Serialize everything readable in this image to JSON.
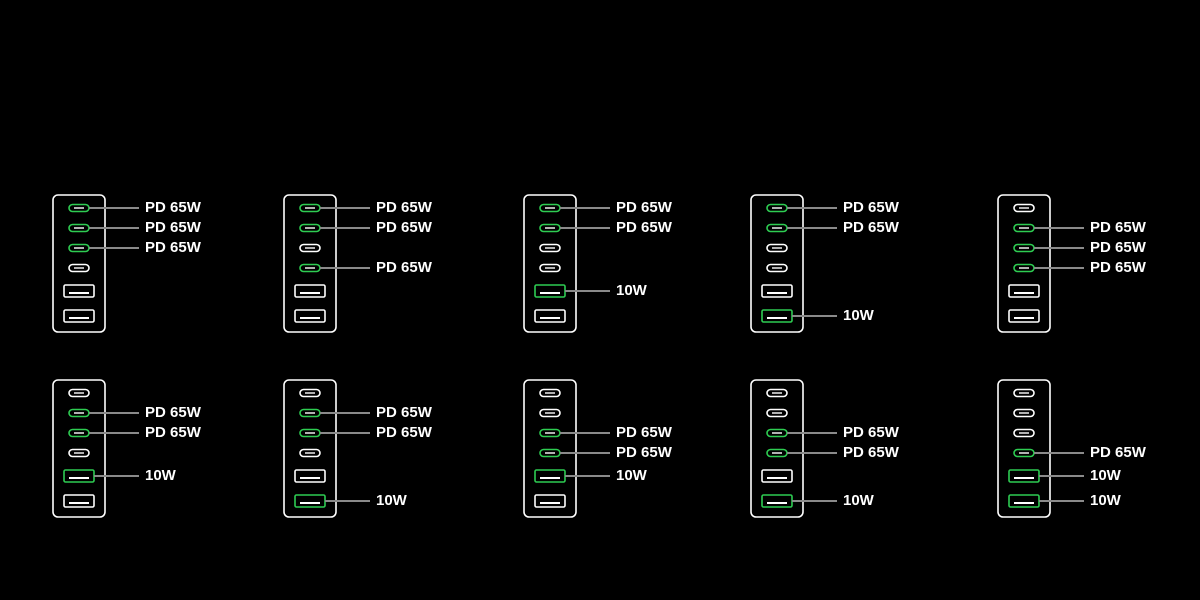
{
  "colors": {
    "background": "#000000",
    "outline": "#ffffff",
    "active": "#2ecc52",
    "leader_line": "#8a8a8a"
  },
  "port_labels": {
    "pd": "PD 65W",
    "usb_a": "10W"
  },
  "configurations": [
    {
      "ports": [
        "c",
        "c",
        "c",
        "c",
        "a",
        "a"
      ],
      "active": [
        0,
        1,
        2
      ],
      "labels": [
        "pd",
        "pd",
        "pd"
      ]
    },
    {
      "ports": [
        "c",
        "c",
        "c",
        "c",
        "a",
        "a"
      ],
      "active": [
        0,
        1,
        3
      ],
      "labels": [
        "pd",
        "pd",
        "pd"
      ]
    },
    {
      "ports": [
        "c",
        "c",
        "c",
        "c",
        "a",
        "a"
      ],
      "active": [
        0,
        1,
        4
      ],
      "labels": [
        "pd",
        "pd",
        "usb_a"
      ]
    },
    {
      "ports": [
        "c",
        "c",
        "c",
        "c",
        "a",
        "a"
      ],
      "active": [
        0,
        1,
        5
      ],
      "labels": [
        "pd",
        "pd",
        "usb_a"
      ]
    },
    {
      "ports": [
        "c",
        "c",
        "c",
        "c",
        "a",
        "a"
      ],
      "active": [
        1,
        2,
        3
      ],
      "labels": [
        "pd",
        "pd",
        "pd"
      ]
    },
    {
      "ports": [
        "c",
        "c",
        "c",
        "c",
        "a",
        "a"
      ],
      "active": [
        1,
        2,
        4
      ],
      "labels": [
        "pd",
        "pd",
        "usb_a"
      ]
    },
    {
      "ports": [
        "c",
        "c",
        "c",
        "c",
        "a",
        "a"
      ],
      "active": [
        1,
        2,
        5
      ],
      "labels": [
        "pd",
        "pd",
        "usb_a"
      ]
    },
    {
      "ports": [
        "c",
        "c",
        "c",
        "c",
        "a",
        "a"
      ],
      "active": [
        2,
        3,
        4
      ],
      "labels": [
        "pd",
        "pd",
        "usb_a"
      ]
    },
    {
      "ports": [
        "c",
        "c",
        "c",
        "c",
        "a",
        "a"
      ],
      "active": [
        2,
        3,
        5
      ],
      "labels": [
        "pd",
        "pd",
        "usb_a"
      ]
    },
    {
      "ports": [
        "c",
        "c",
        "c",
        "c",
        "a",
        "a"
      ],
      "active": [
        3,
        4,
        5
      ],
      "labels": [
        "pd",
        "usb_a",
        "usb_a"
      ]
    }
  ]
}
